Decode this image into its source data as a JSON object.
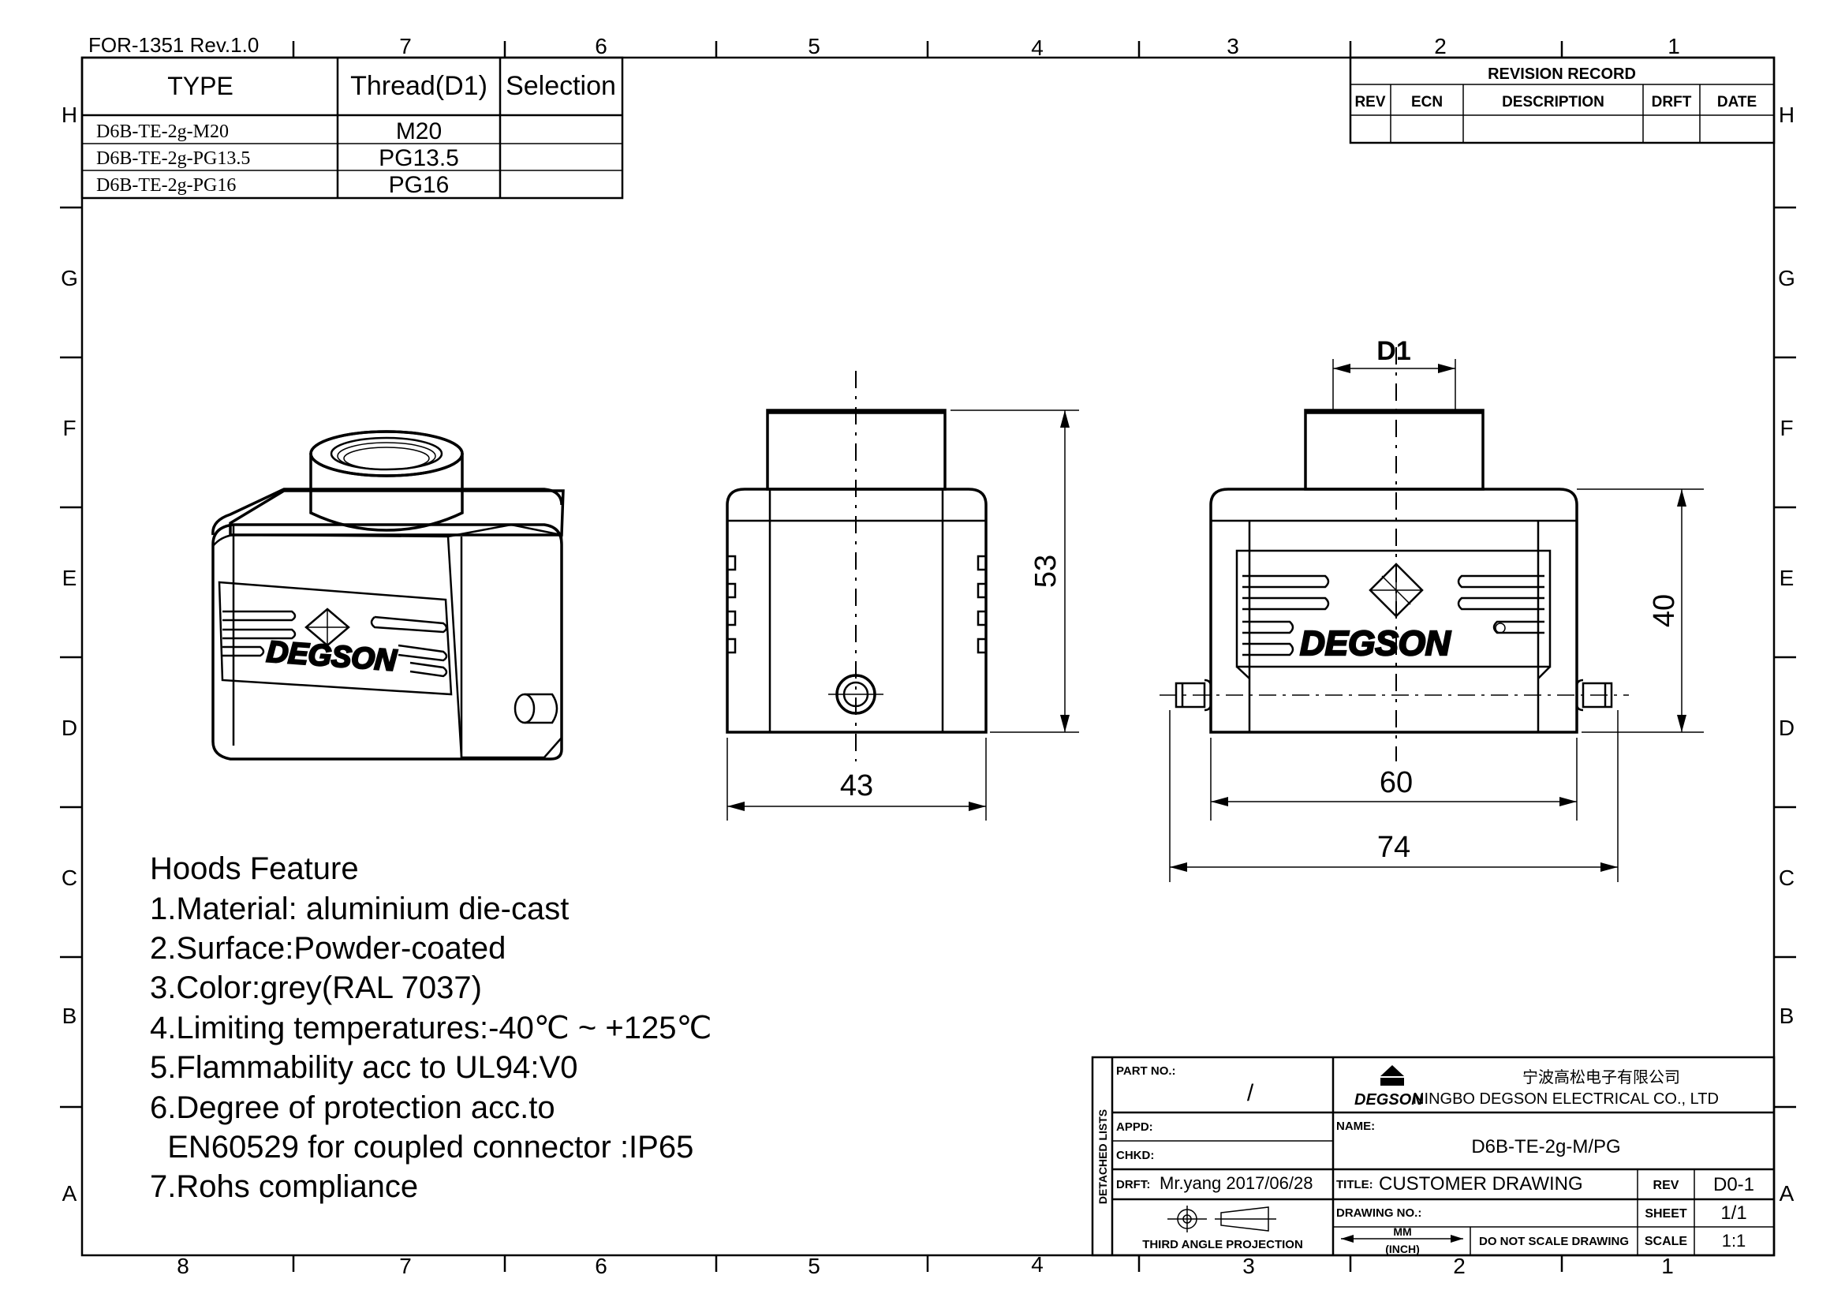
{
  "form_id": "FOR-1351  Rev.1.0",
  "zones": {
    "columns_top": [
      "7",
      "6",
      "5",
      "4",
      "3",
      "2",
      "1"
    ],
    "columns_bottom": [
      "8",
      "7",
      "6",
      "5",
      "4",
      "3",
      "2",
      "1"
    ],
    "rows": [
      "H",
      "G",
      "F",
      "E",
      "D",
      "C",
      "B",
      "A"
    ]
  },
  "type_table": {
    "headers": [
      "TYPE",
      "Thread(D1)",
      "Selection"
    ],
    "rows": [
      {
        "type": "D6B-TE-2g-M20",
        "thread": "M20",
        "selection": ""
      },
      {
        "type": "D6B-TE-2g-PG13.5",
        "thread": "PG13.5",
        "selection": ""
      },
      {
        "type": "D6B-TE-2g-PG16",
        "thread": "PG16",
        "selection": ""
      }
    ]
  },
  "revision_record": {
    "title": "REVISION  RECORD",
    "headers": [
      "REV",
      "ECN",
      "DESCRIPTION",
      "DRFT",
      "DATE"
    ]
  },
  "dimensions": {
    "d1": "D1",
    "height_side": "53",
    "width_side": "43",
    "height_front": "40",
    "width_front_inner": "60",
    "width_front_outer": "74"
  },
  "brand_mark": "DEGSON",
  "features": {
    "title": "Hoods Feature",
    "items": [
      "1.Material: aluminium die-cast",
      "2.Surface:Powder-coated",
      "3.Color:grey(RAL 7037)",
      "4.Limiting temperatures:-40℃ ~ +125℃",
      "5.Flammability acc to UL94:V0",
      "6.Degree of protection acc.to",
      "  EN60529 for coupled connector :IP65",
      "7.Rohs compliance"
    ]
  },
  "title_block": {
    "detached_lists": "DETACHED LISTS",
    "part_no_label": "PART NO.:",
    "part_no_value": "/",
    "appd_label": "APPD:",
    "chkd_label": "CHKD:",
    "drft_label": "DRFT:",
    "drft_value": "Mr.yang  2017/06/28",
    "projection_label": "THIRD  ANGLE  PROJECTION",
    "company_cn": "宁波高松电子有限公司",
    "company_en": "NINGBO DEGSON ELECTRICAL CO., LTD",
    "logo_text": "DEGSON",
    "name_label": "NAME:",
    "name_value": "D6B-TE-2g-M/PG",
    "title_label": "TITLE:",
    "title_value": "CUSTOMER  DRAWING",
    "drawing_no_label": "DRAWING NO.:",
    "units_mm": "MM",
    "units_inch": "(INCH)",
    "do_not_scale": "DO NOT SCALE DRAWING",
    "rev_label": "REV",
    "rev_value": "D0-1",
    "sheet_label": "SHEET",
    "sheet_value": "1/1",
    "scale_label": "SCALE",
    "scale_value": "1:1"
  }
}
